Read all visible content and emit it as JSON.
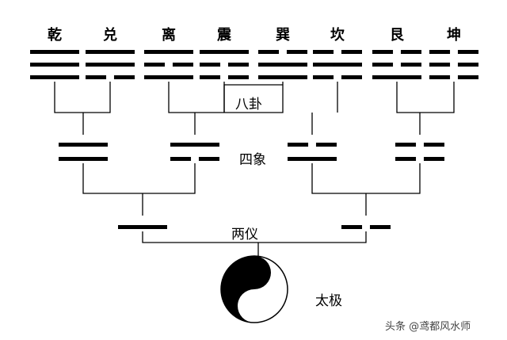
{
  "trigrams": [
    {
      "name": "乾",
      "lines": [
        1,
        1,
        1
      ]
    },
    {
      "name": "兑",
      "lines": [
        0,
        1,
        1
      ]
    },
    {
      "name": "离",
      "lines": [
        1,
        0,
        1
      ]
    },
    {
      "name": "震",
      "lines": [
        0,
        0,
        1
      ]
    },
    {
      "name": "巽",
      "lines": [
        1,
        1,
        0
      ]
    },
    {
      "name": "坎",
      "lines": [
        0,
        1,
        0
      ]
    },
    {
      "name": "艮",
      "lines": [
        1,
        0,
        0
      ]
    },
    {
      "name": "坤",
      "lines": [
        0,
        0,
        0
      ]
    }
  ],
  "four_images": [
    {
      "lines": [
        1,
        1
      ]
    },
    {
      "lines": [
        0,
        1
      ]
    },
    {
      "lines": [
        1,
        0
      ]
    },
    {
      "lines": [
        0,
        0
      ]
    }
  ],
  "two_modes": [
    {
      "lines": [
        1
      ]
    },
    {
      "lines": [
        0
      ]
    }
  ],
  "levels": {
    "bagua": "八卦",
    "sixiang": "四象",
    "liangyi": "两仪",
    "taiji": "太极"
  },
  "watermark": "头条 @鸢都风水师",
  "colors": {
    "ink": "#000000",
    "background": "#ffffff"
  }
}
